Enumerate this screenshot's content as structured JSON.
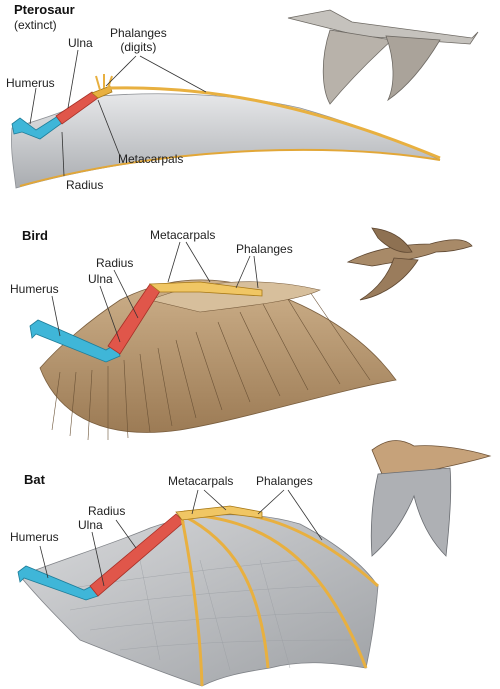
{
  "panels": {
    "pterosaur": {
      "title": "Pterosaur",
      "note": "(extinct)",
      "labels": {
        "humerus": "Humerus",
        "ulna": "Ulna",
        "radius": "Radius",
        "metacarpals": "Metacarpals",
        "phalanges": "Phalanges\n(digits)"
      }
    },
    "bird": {
      "title": "Bird",
      "labels": {
        "humerus": "Humerus",
        "ulna": "Ulna",
        "radius": "Radius",
        "metacarpals": "Metacarpals",
        "phalanges": "Phalanges"
      }
    },
    "bat": {
      "title": "Bat",
      "labels": {
        "humerus": "Humerus",
        "ulna": "Ulna",
        "radius": "Radius",
        "metacarpals": "Metacarpals",
        "phalanges": "Phalanges"
      }
    }
  },
  "colors": {
    "humerus": "#3fb6d8",
    "radius_ulna": "#e0564a",
    "hand_bones": "#e8b040",
    "pterosaur_membrane": "#c9cbce",
    "bird_feathers": "#b99a72",
    "bat_membrane": "#c4c6c9",
    "leader_line": "#333333"
  },
  "icons": {
    "pterosaur_silhouette": "pterosaur-flying-icon",
    "bird_silhouette": "bird-flying-icon",
    "bat_silhouette": "bat-flying-icon"
  }
}
